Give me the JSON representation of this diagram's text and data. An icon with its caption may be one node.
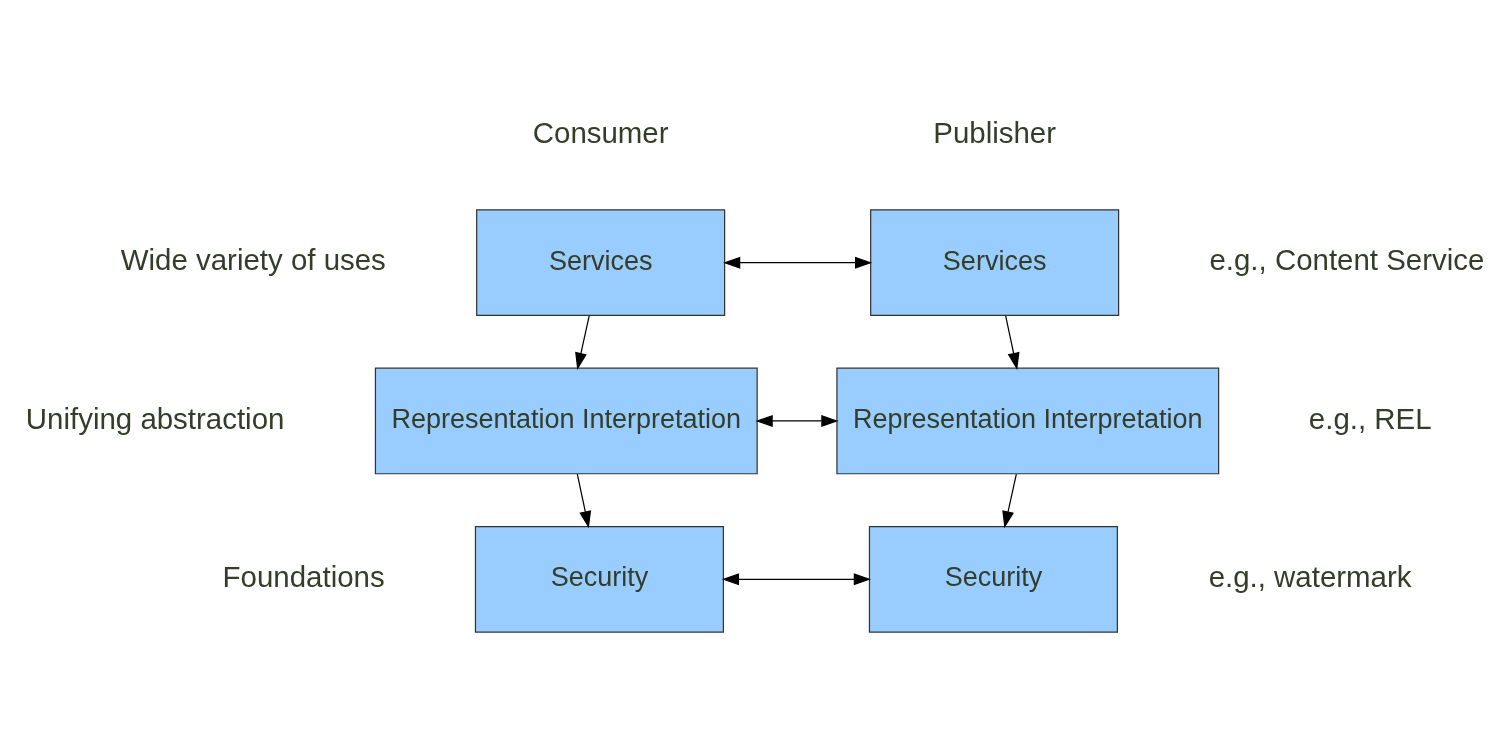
{
  "diagram": {
    "nodes": [
      {
        "text": [
          "Services"
        ]
      },
      {
        "text": [
          "Services"
        ]
      },
      {
        "text": [
          "Representation Interpretation"
        ]
      },
      {
        "text": [
          "Representation Interpretation"
        ]
      },
      {
        "text": [
          "Security"
        ]
      },
      {
        "text": [
          "Security"
        ]
      }
    ],
    "edges": [
      {
        "from": 0,
        "to": 1,
        "arrow": "both"
      },
      {
        "from": 0,
        "to": 2,
        "arrow": "to"
      },
      {
        "from": 1,
        "to": 3,
        "arrow": "to"
      },
      {
        "from": 2,
        "to": 3,
        "arrow": "both"
      },
      {
        "from": 2,
        "to": 4,
        "arrow": "to"
      },
      {
        "from": 3,
        "to": 5,
        "arrow": "to"
      },
      {
        "from": 4,
        "to": 5,
        "arrow": "both"
      }
    ],
    "labels": [
      "Consumer",
      "Publisher",
      "Wide variety of uses",
      "e.g., Content Service",
      "Unifying abstraction",
      "e.g., REL",
      "Foundations",
      "e.g., watermark"
    ]
  }
}
